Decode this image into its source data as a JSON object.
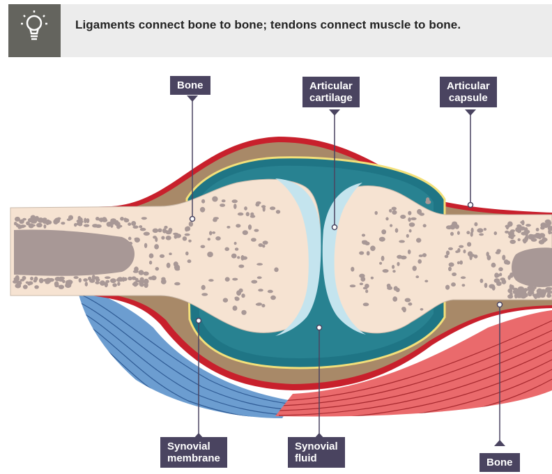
{
  "tip": {
    "icon": "lightbulb-icon",
    "text": "Ligaments connect bone to bone; tendons connect muscle to bone."
  },
  "labels": {
    "bone_top": "Bone",
    "articular_cartilage_line1": "Articular",
    "articular_cartilage_line2": "cartilage",
    "articular_capsule_line1": "Articular",
    "articular_capsule_line2": "capsule",
    "synovial_membrane_line1": "Synovial",
    "synovial_membrane_line2": "membrane",
    "synovial_fluid_line1": "Synovial",
    "synovial_fluid_line2": "fluid",
    "bone_bottom": "Bone"
  },
  "colors": {
    "label_bg": "#4a4460",
    "capsule_red": "#c8202c",
    "capsule_brown": "#a88968",
    "synovial_fluid": "#1f7585",
    "membrane_yellow": "#f3e07a",
    "cartilage": "#c4e4ee",
    "bone": "#f6e3d2",
    "marrow": "#a89896",
    "ligament_blue": "#6c9dd0",
    "muscle_red": "#ea6a6c"
  }
}
